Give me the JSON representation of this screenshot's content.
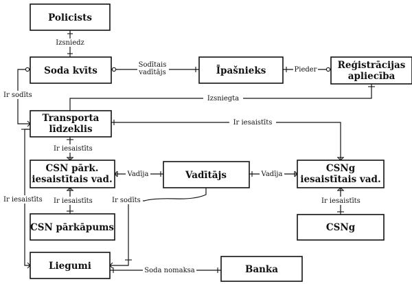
{
  "entities": {
    "policists": "Policists",
    "soda_kvits": "Soda kvīts",
    "ipasnieks": "Īpašnieks",
    "registracijas_1": "Reģistrācijas",
    "registracijas_2": "apliecība",
    "transports_1": "Transporta",
    "transports_2": "līdzeklis",
    "csn_park_1": "CSN pārk.",
    "csn_park_2": "iesaistītais vad.",
    "vaditajs": "Vadītājs",
    "csng_iesaist_1": "CSNg",
    "csng_iesaist_2": "iesaistītais vad.",
    "csn_parkapums": "CSN pārkāpums",
    "csng": "CSNg",
    "liegumi": "Liegumi",
    "banka": "Banka"
  },
  "relations": {
    "izsniedz": "Izsniedz",
    "sodits_vaditajs_1": "Sodītais",
    "sodits_vaditajs_2": "vadītājs",
    "pieder": "Pieder",
    "ir_sodits_left": "Ir sodīts",
    "izsniegta": "Izsniegta",
    "ir_iesaistits_top": "Ir iesaistīts",
    "ir_iesaistits_mid": "Ir iesaistīts",
    "vadija_left": "Vadīja",
    "vadija_right": "Vadīja",
    "ir_iesaistits_bottom": "Ir iesaistīts",
    "ir_sodits_mid": "Ir sodīts",
    "ir_iesaistits_right": "Ir iesaistīts",
    "ir_iesaistits_far_left": "Ir iesaistīts",
    "soda_nomaksa": "Soda nomaksa"
  }
}
